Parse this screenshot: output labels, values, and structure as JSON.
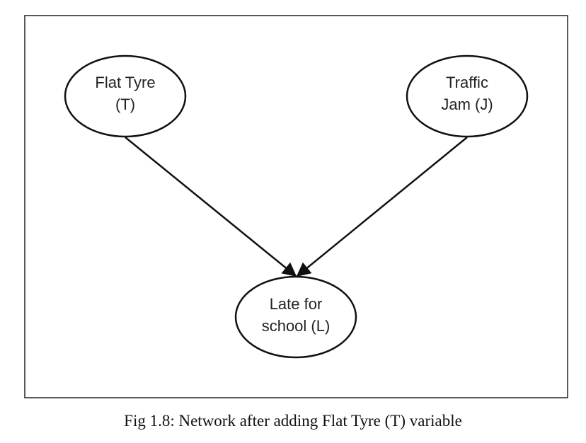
{
  "nodes": {
    "flat_tyre": {
      "line1": "Flat Tyre",
      "line2": "(T)"
    },
    "traffic_jam": {
      "line1": "Traffic",
      "line2": "Jam (J)"
    },
    "late_for_school": {
      "line1": "Late for",
      "line2": "school (L)"
    }
  },
  "edges": [
    {
      "from": "flat_tyre",
      "to": "late_for_school"
    },
    {
      "from": "traffic_jam",
      "to": "late_for_school"
    }
  ],
  "caption": "Fig 1.8: Network after adding Flat Tyre (T) variable",
  "colors": {
    "stroke": "#111111",
    "text": "#222222"
  }
}
